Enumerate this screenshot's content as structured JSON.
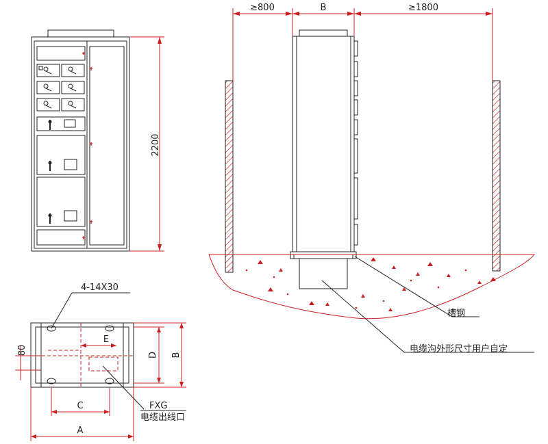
{
  "front_view": {
    "height_label": "2200"
  },
  "side_view": {
    "front_clearance": "≥800",
    "cabinet_depth": "B",
    "rear_clearance": "≥1800",
    "channel_steel_label": "槽钢",
    "cable_trench_label": "电缆沟外形尺寸用户自定"
  },
  "base_plan": {
    "bolt_holes": "4-14X30",
    "dim_80": "80",
    "dim_E": "E",
    "dim_D": "D",
    "dim_B": "B",
    "dim_C": "C",
    "dim_A": "A",
    "outlet_code": "FXG",
    "outlet_label": "电缆出线口"
  },
  "colors": {
    "dimension": "#cc1f1f",
    "hatch": "#cc1f1f",
    "outline": "#222222"
  }
}
